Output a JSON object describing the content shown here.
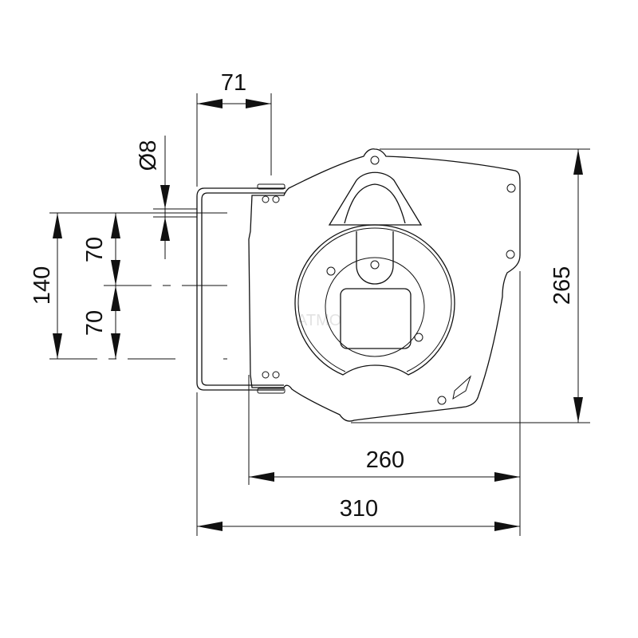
{
  "drawing": {
    "title": "Hose reel dimension drawing",
    "units": "mm",
    "dimensions": {
      "bracket_depth": "71",
      "hole_diameter": "Ø8",
      "hole_spacing_total": "140",
      "hole_spacing_upper": "70",
      "hole_spacing_lower": "70",
      "height": "265",
      "body_width": "260",
      "overall_width": "310"
    },
    "watermark": "ATMO",
    "line_color": "#111111"
  }
}
